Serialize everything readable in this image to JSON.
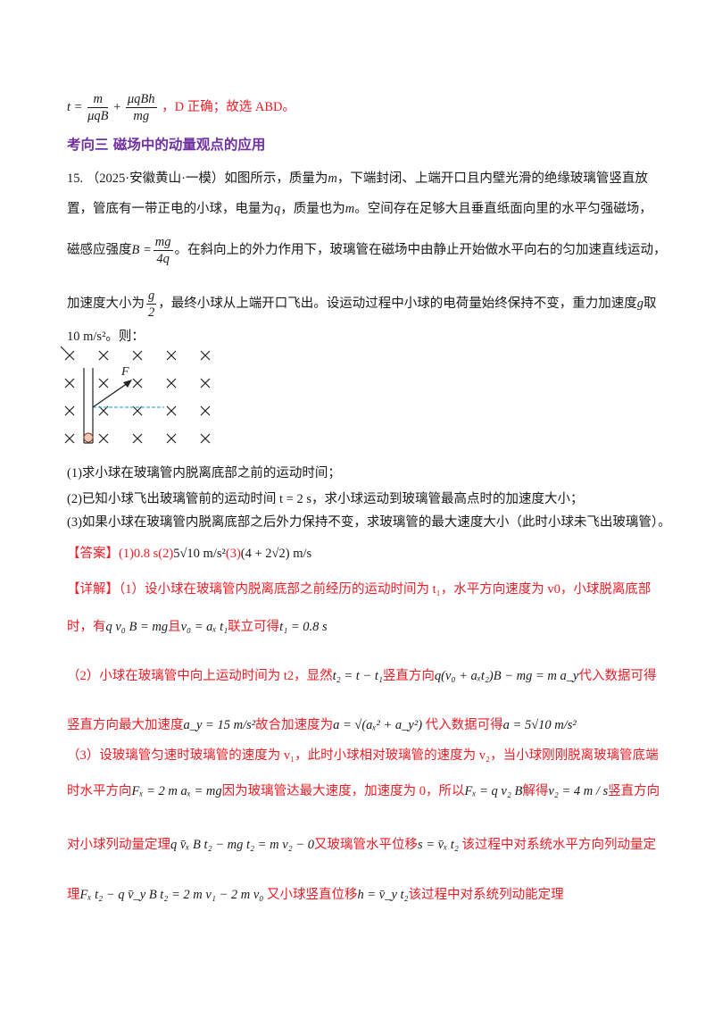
{
  "prev_answer_tail": {
    "formula_lhs": "t =",
    "frac1": {
      "num": "m",
      "den": "μqB"
    },
    "plus": "+",
    "frac2": {
      "num": "μqBh",
      "den": "mg"
    },
    "conclusion": "，D 正确；故选 ABD。"
  },
  "section_heading": "考向三  磁场中的动量观点的应用",
  "problem": {
    "number": "15.",
    "source": "（2025·安徽黄山·一模）",
    "line1": "如图所示，质量为",
    "m": "m",
    "line1b": "，下端封闭、上端开口且内壁光滑的绝缘玻璃管竖直放",
    "line2a": "置，管底有一带正电的小球，电量为",
    "q": "q",
    "line2b": "，质量也为",
    "line2c": "。空间存在足够大且垂直纸面向里的水平匀强磁场，",
    "line3a": "磁感应强度",
    "B_eq": "B =",
    "B_frac": {
      "num": "mg",
      "den": "4q"
    },
    "line3b": "。在斜向上的外力作用下，玻璃管在磁场中由静止开始做水平向右的匀加速直线运动，",
    "line4a": "加速度大小为",
    "a_frac": {
      "num": "g",
      "den": "2"
    },
    "line4b": "，最终小球从上端开口飞出。设运动过程中小球的电荷量始终保持不变，重力加速度",
    "g": "g",
    "line4c": "取",
    "line5": "10 m/s²。则：",
    "figure": {
      "force_label": "F"
    },
    "questions": [
      "(1)求小球在玻璃管内脱离底部之前的运动时间；",
      "(2)已知小球飞出玻璃管前的运动时间 t = 2 s，求小球运动到玻璃管最高点时的加速度大小；",
      "(3)如果小球在玻璃管内脱离底部之后外力保持不变，求玻璃管的最大速度大小（此时小球未飞出玻璃管）。"
    ]
  },
  "answer": {
    "label": "【答案】",
    "p1": "(1)0.8 s(2)",
    "v1": "5√10 m/s²",
    "p3": "(3)",
    "v3": "(4 + 2√2) m/s"
  },
  "detail": {
    "label": "【详解】",
    "s1_line1": "（1）设小球在玻璃管内脱离底部之前经历的运动时间为 t₁，水平方向速度为 v0，小球脱离底部",
    "s1_line2a": "时，有",
    "s1_eq1": "q v₀ B = mg",
    "s1_line2b": "且",
    "s1_eq2": "v₀ = aₓ t₁",
    "s1_line2c": "联立可得",
    "s1_eq3": "t₁ = 0.8 s",
    "s2_line1a": "（2）小球在玻璃管中向上运动时间为 t2，显然",
    "s2_eq1": "t₂ = t − t₁",
    "s2_line1b": "竖直方向",
    "s2_eq2": "q(v₀ + aₓt₂)B − mg = m a_y",
    "s2_line1c": "代入数据可得",
    "s2_line2a": "竖直方向最大加速度",
    "s2_eq3": "a_y = 15 m/s²",
    "s2_line2b": "故合加速度为",
    "s2_eq4": "a = √(aₓ² + a_y²)",
    "s2_line2c": " 代入数据可得",
    "s2_eq5": "a = 5√10 m/s²",
    "s3_line1": "（3）设玻璃管匀速时玻璃管的速度为 v₁，此时小球相对玻璃管的速度为 v₂，当小球刚刚脱离玻璃管底端",
    "s3_line2a": "时水平方向",
    "s3_eq1": "Fₓ = 2 m aₓ = mg",
    "s3_line2b": "因为玻璃管达最大速度，加速度为 0，所以",
    "s3_eq2": "Fₓ = q v₂ B",
    "s3_line2c": "解得",
    "s3_eq3": "v₂ = 4 m / s",
    "s3_line2d": "竖直方向",
    "s3_line3a": "对小球列动量定理",
    "s3_eq4": "q v̄ₓ B t₂ − mg t₂ = m v₂ − 0",
    "s3_line3b": "又玻璃管水平位移",
    "s3_eq5": "s = v̄ₓ t₂",
    "s3_line3c": " 该过程中对系统水平方向列动量定",
    "s3_line4a": "理",
    "s3_eq6": "Fₓ t₂ − q v̄_y B t₂ = 2 m v₁ − 2 m v₀",
    "s3_line4b": " 又小球竖直位移",
    "s3_eq7": "h = v̄_y t₂",
    "s3_line4c": "该过程中对系统列动能定理"
  },
  "colors": {
    "heading": "#7030a0",
    "answer_red": "#ee1c25",
    "dashed_line": "#3ab0d8",
    "text": "#1a1a1a"
  }
}
